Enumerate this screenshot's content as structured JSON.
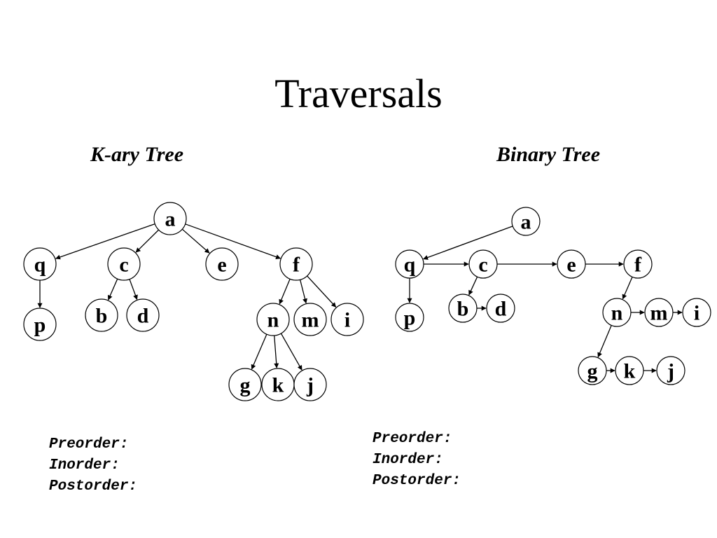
{
  "slide": {
    "title": "Traversals"
  },
  "kary": {
    "title": "K-ary Tree",
    "nodes": {
      "a": "a",
      "q": "q",
      "c": "c",
      "e": "e",
      "f": "f",
      "p": "p",
      "b": "b",
      "d": "d",
      "n": "n",
      "m": "m",
      "i": "i",
      "g": "g",
      "k": "k",
      "j": "j"
    },
    "edges": [
      [
        "a",
        "q"
      ],
      [
        "a",
        "c"
      ],
      [
        "a",
        "e"
      ],
      [
        "a",
        "f"
      ],
      [
        "q",
        "p"
      ],
      [
        "c",
        "b"
      ],
      [
        "c",
        "d"
      ],
      [
        "f",
        "n"
      ],
      [
        "f",
        "m"
      ],
      [
        "f",
        "i"
      ],
      [
        "n",
        "g"
      ],
      [
        "n",
        "k"
      ],
      [
        "n",
        "j"
      ]
    ],
    "traversals": {
      "preorder": "Preorder:",
      "inorder": "Inorder:",
      "postorder": "Postorder:"
    }
  },
  "binary": {
    "title": "Binary Tree",
    "nodes": {
      "a": "a",
      "q": "q",
      "c": "c",
      "e": "e",
      "f": "f",
      "p": "p",
      "b": "b",
      "d": "d",
      "n": "n",
      "m": "m",
      "i": "i",
      "g": "g",
      "k": "k",
      "j": "j"
    },
    "edges": [
      [
        "a",
        "q"
      ],
      [
        "q",
        "c"
      ],
      [
        "c",
        "e"
      ],
      [
        "e",
        "f"
      ],
      [
        "q",
        "p"
      ],
      [
        "c",
        "b"
      ],
      [
        "b",
        "d"
      ],
      [
        "f",
        "n"
      ],
      [
        "n",
        "m"
      ],
      [
        "m",
        "i"
      ],
      [
        "n",
        "g"
      ],
      [
        "g",
        "k"
      ],
      [
        "k",
        "j"
      ]
    ],
    "traversals": {
      "preorder": "Preorder:",
      "inorder": "Inorder:",
      "postorder": "Postorder:"
    }
  }
}
